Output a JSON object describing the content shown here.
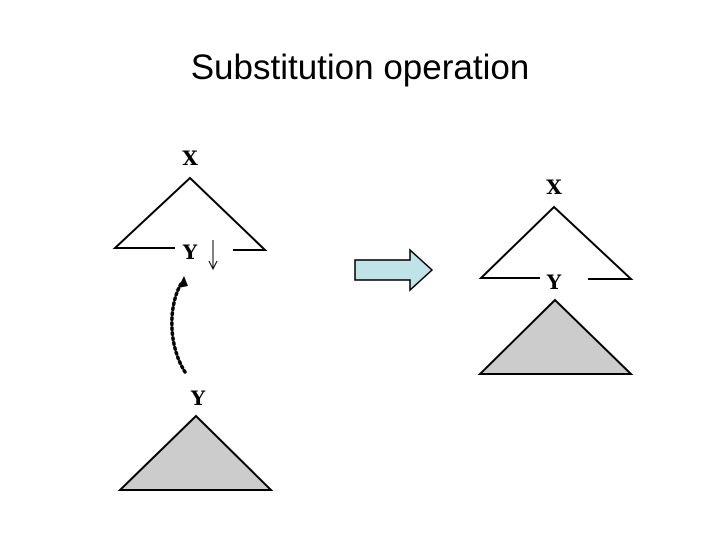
{
  "title": "Substitution operation",
  "labels": {
    "left_root": "X",
    "left_substitution_node": "Y",
    "initial_tree_root": "Y",
    "right_root": "X",
    "right_substituted_node": "Y"
  },
  "colors": {
    "line": "#000000",
    "tree_fill": "#cccccc",
    "arrow_fill": "#bfe3e7",
    "background": "#ffffff"
  },
  "icons": {
    "substitution_marker": "down-arrow-icon",
    "transition_arrow": "right-block-arrow-icon",
    "attachment_path": "dotted-curved-arrow-icon"
  }
}
